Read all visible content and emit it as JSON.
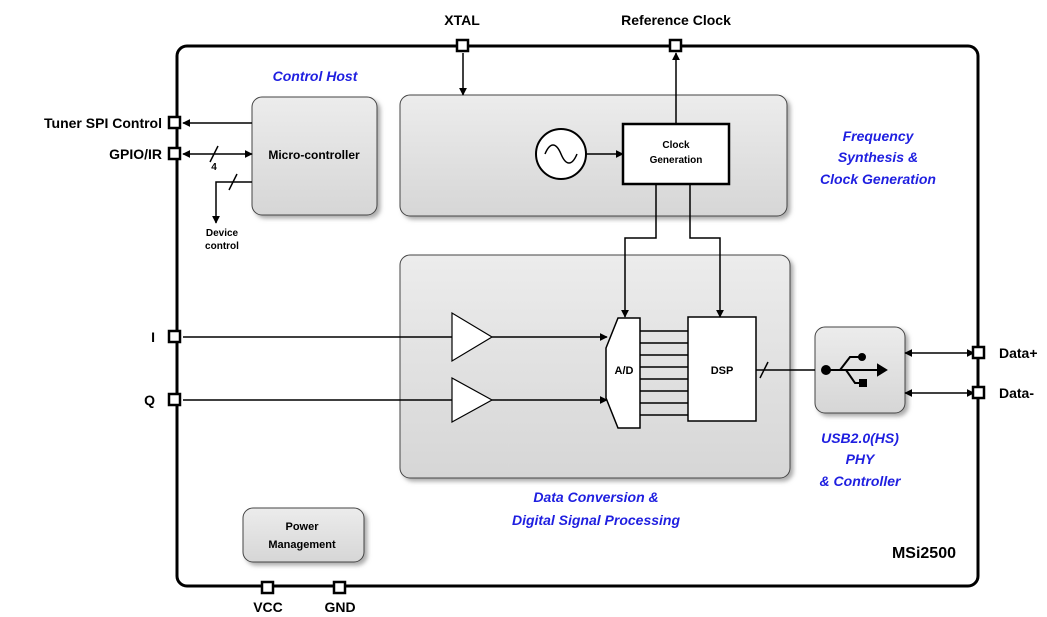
{
  "pins": {
    "xtal": "XTAL",
    "ref_clock": "Reference Clock",
    "tuner_spi": "Tuner SPI Control",
    "gpio": "GPIO/IR",
    "i": "I",
    "q": "Q",
    "data_plus": "Data+",
    "data_minus": "Data-",
    "vcc": "VCC",
    "gnd": "GND"
  },
  "blocks": {
    "control_host_title": "Control Host",
    "microcontroller": "Micro-controller",
    "bus_width": "4",
    "device_control": [
      "Device",
      "control"
    ],
    "clock_gen": [
      "Clock",
      "Generation"
    ],
    "freq_synth_title": [
      "Frequency",
      "Synthesis &",
      "Clock Generation"
    ],
    "adc": "A/D",
    "dsp": "DSP",
    "data_conv_title": [
      "Data Conversion &",
      "Digital Signal Processing"
    ],
    "usb_title": [
      "USB2.0(HS)",
      "PHY",
      "& Controller"
    ],
    "power": [
      "Power",
      "Management"
    ],
    "chip_name": "MSi2500"
  }
}
